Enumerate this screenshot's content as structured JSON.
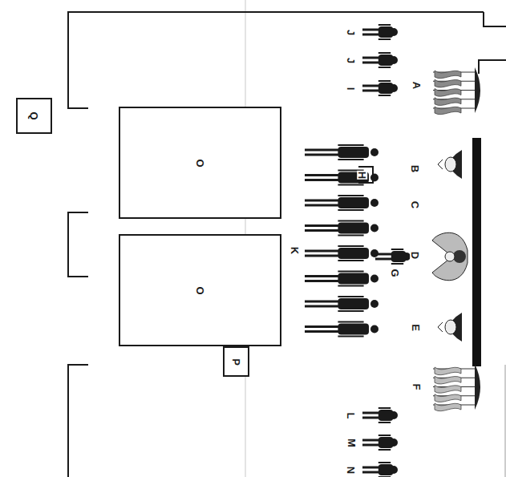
{
  "diagram": {
    "nodes": [
      {
        "text": [
          "Q"
        ]
      },
      {
        "text": [
          "O"
        ]
      },
      {
        "text": [
          "O"
        ]
      },
      {
        "text": [
          "P"
        ]
      }
    ],
    "labels": [
      "A",
      "B",
      "C",
      "D",
      "E",
      "F",
      "G",
      "H",
      "J",
      "J",
      "I",
      "K",
      "L",
      "M",
      "N"
    ]
  }
}
